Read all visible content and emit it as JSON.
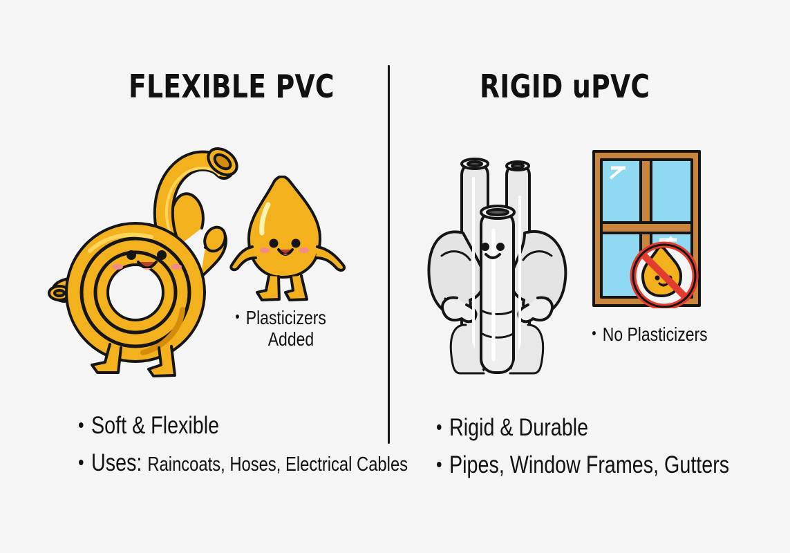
{
  "left": {
    "title": "FLEXIBLE PVC",
    "note_line1": "Plasticizers",
    "note_line2": "Added",
    "feature1": "Soft & Flexible",
    "uses_label": "Uses:",
    "uses_text": "Raincoats, Hoses, Electrical Cables"
  },
  "right": {
    "title": "RIGID uPVC",
    "note": "No Plasticizers",
    "feature1": "Rigid & Durable",
    "feature2": "Pipes, Window Frames, Gutters"
  },
  "colors": {
    "background": "#f5f5f5",
    "ink": "#111111",
    "flexible_orange": "#f3b21d",
    "flexible_orange_dark": "#d48c0a",
    "pipe_white": "#e8e8e8",
    "pipe_shadow": "#c8c8c8",
    "window_wood": "#c9853b",
    "window_glass": "#8fd9f3",
    "no_symbol_red": "#e43b2f"
  },
  "icons": [
    "smiling-hose-character",
    "plasticizer-drop-character",
    "muscular-pipe-character",
    "window-frame-icon",
    "no-plasticizer-symbol"
  ]
}
